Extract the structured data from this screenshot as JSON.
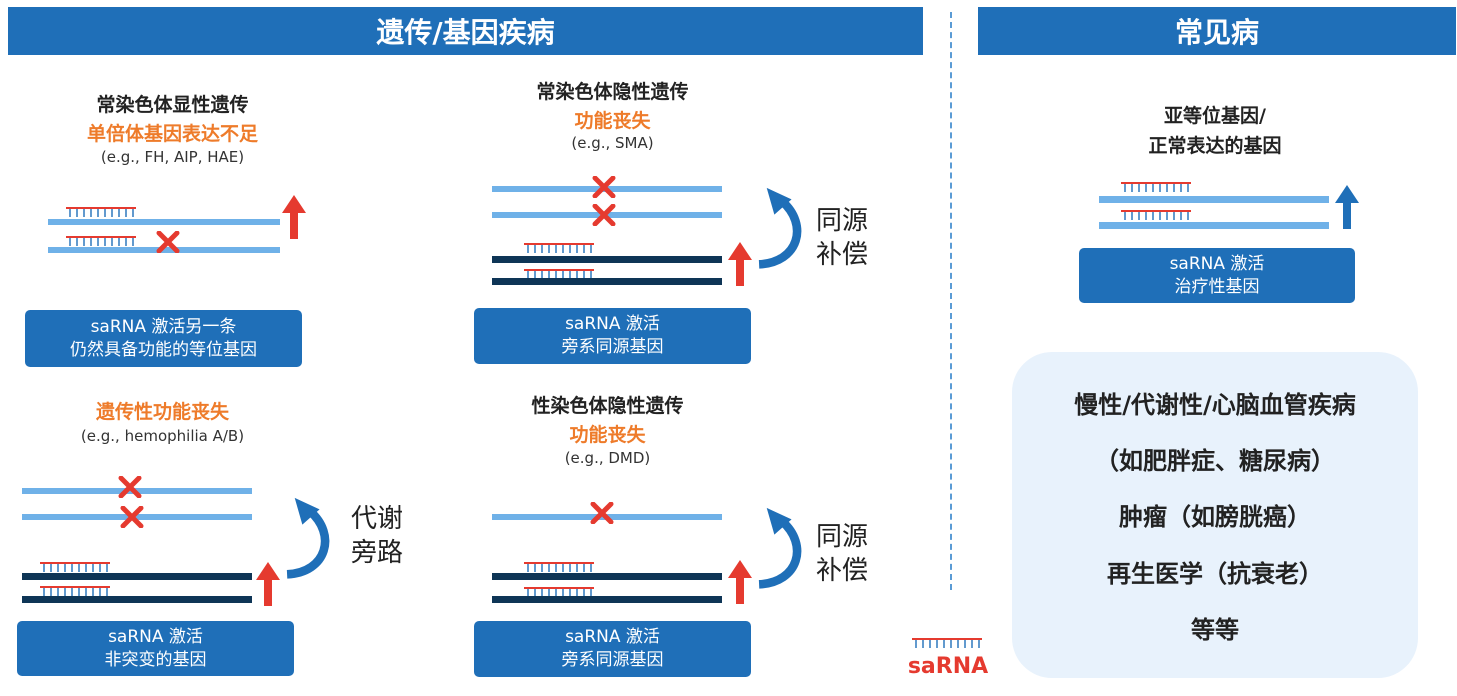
{
  "headers": {
    "genetic": "遗传/基因疾病",
    "common": "常见病"
  },
  "panel_ad": {
    "title": "常染色体显性遗传",
    "subtitle": "单倍体基因表达不足",
    "example": "(e.g., FH, AIP, HAE)",
    "box_line1": "saRNA 激活另一条",
    "box_line2": "仍然具备功能的等位基因"
  },
  "panel_ar": {
    "title": "常染色体隐性遗传",
    "subtitle": "功能丧失",
    "example": "(e.g., SMA)",
    "side_line1": "同源",
    "side_line2": "补偿",
    "box_line1": "saRNA 激活",
    "box_line2": "旁系同源基因"
  },
  "panel_lof": {
    "subtitle": "遗传性功能丧失",
    "example": "(e.g., hemophilia A/B)",
    "side_line1": "代谢",
    "side_line2": "旁路",
    "box_line1": "saRNA 激活",
    "box_line2": "非突变的基因"
  },
  "panel_xr": {
    "title": "性染色体隐性遗传",
    "subtitle": "功能丧失",
    "example": "(e.g., DMD)",
    "side_line1": "同源",
    "side_line2": "补偿",
    "box_line1": "saRNA 激活",
    "box_line2": "旁系同源基因"
  },
  "panel_common": {
    "title_line1": "亚等位基因/",
    "title_line2": "正常表达的基因",
    "box_line1": "saRNA 激活",
    "box_line2": "治疗性基因"
  },
  "disease_list": [
    "慢性/代谢性/心脑血管疾病",
    "（如肥胖症、糖尿病）",
    "肿瘤（如膀胱癌）",
    "再生医学（抗衰老）",
    "等等"
  ],
  "legend": {
    "label": "saRNA"
  },
  "colors": {
    "header_blue": "#1f6fb8",
    "light_strand": "#6fb1e8",
    "dark_strand": "#0e3556",
    "mutation_red": "#e53a2f",
    "arrow_red": "#e53a2f",
    "arrow_blue": "#1f6fb8",
    "accent_orange": "#ee7b2a",
    "panel_bg": "#e8f2fc"
  },
  "icons": {
    "mutation": "red-x-mark",
    "upregulation": "up-arrow",
    "compensation": "curved-arrow"
  }
}
